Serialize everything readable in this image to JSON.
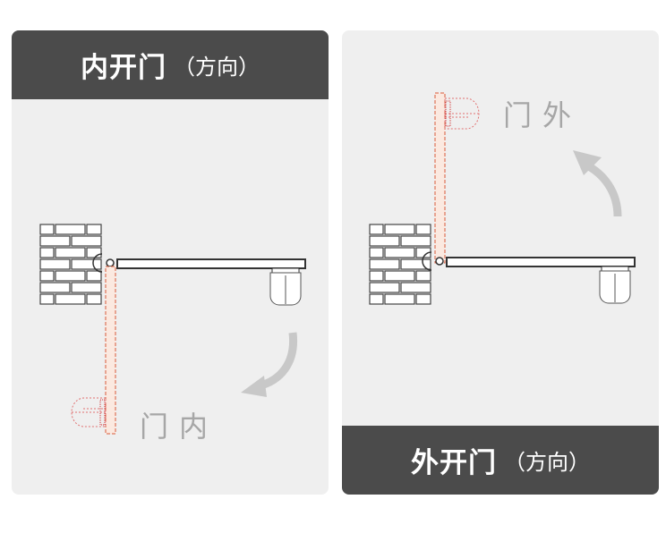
{
  "inward": {
    "title": "内开门",
    "subtitle": "（方向）",
    "label": "门内"
  },
  "outward": {
    "title": "外开门",
    "subtitle": "（方向）",
    "label": "门外"
  },
  "colors": {
    "header": "#4b4b4b",
    "panel": "#efefef",
    "dashed": "#e06040",
    "arrow": "#c8c8c8"
  }
}
